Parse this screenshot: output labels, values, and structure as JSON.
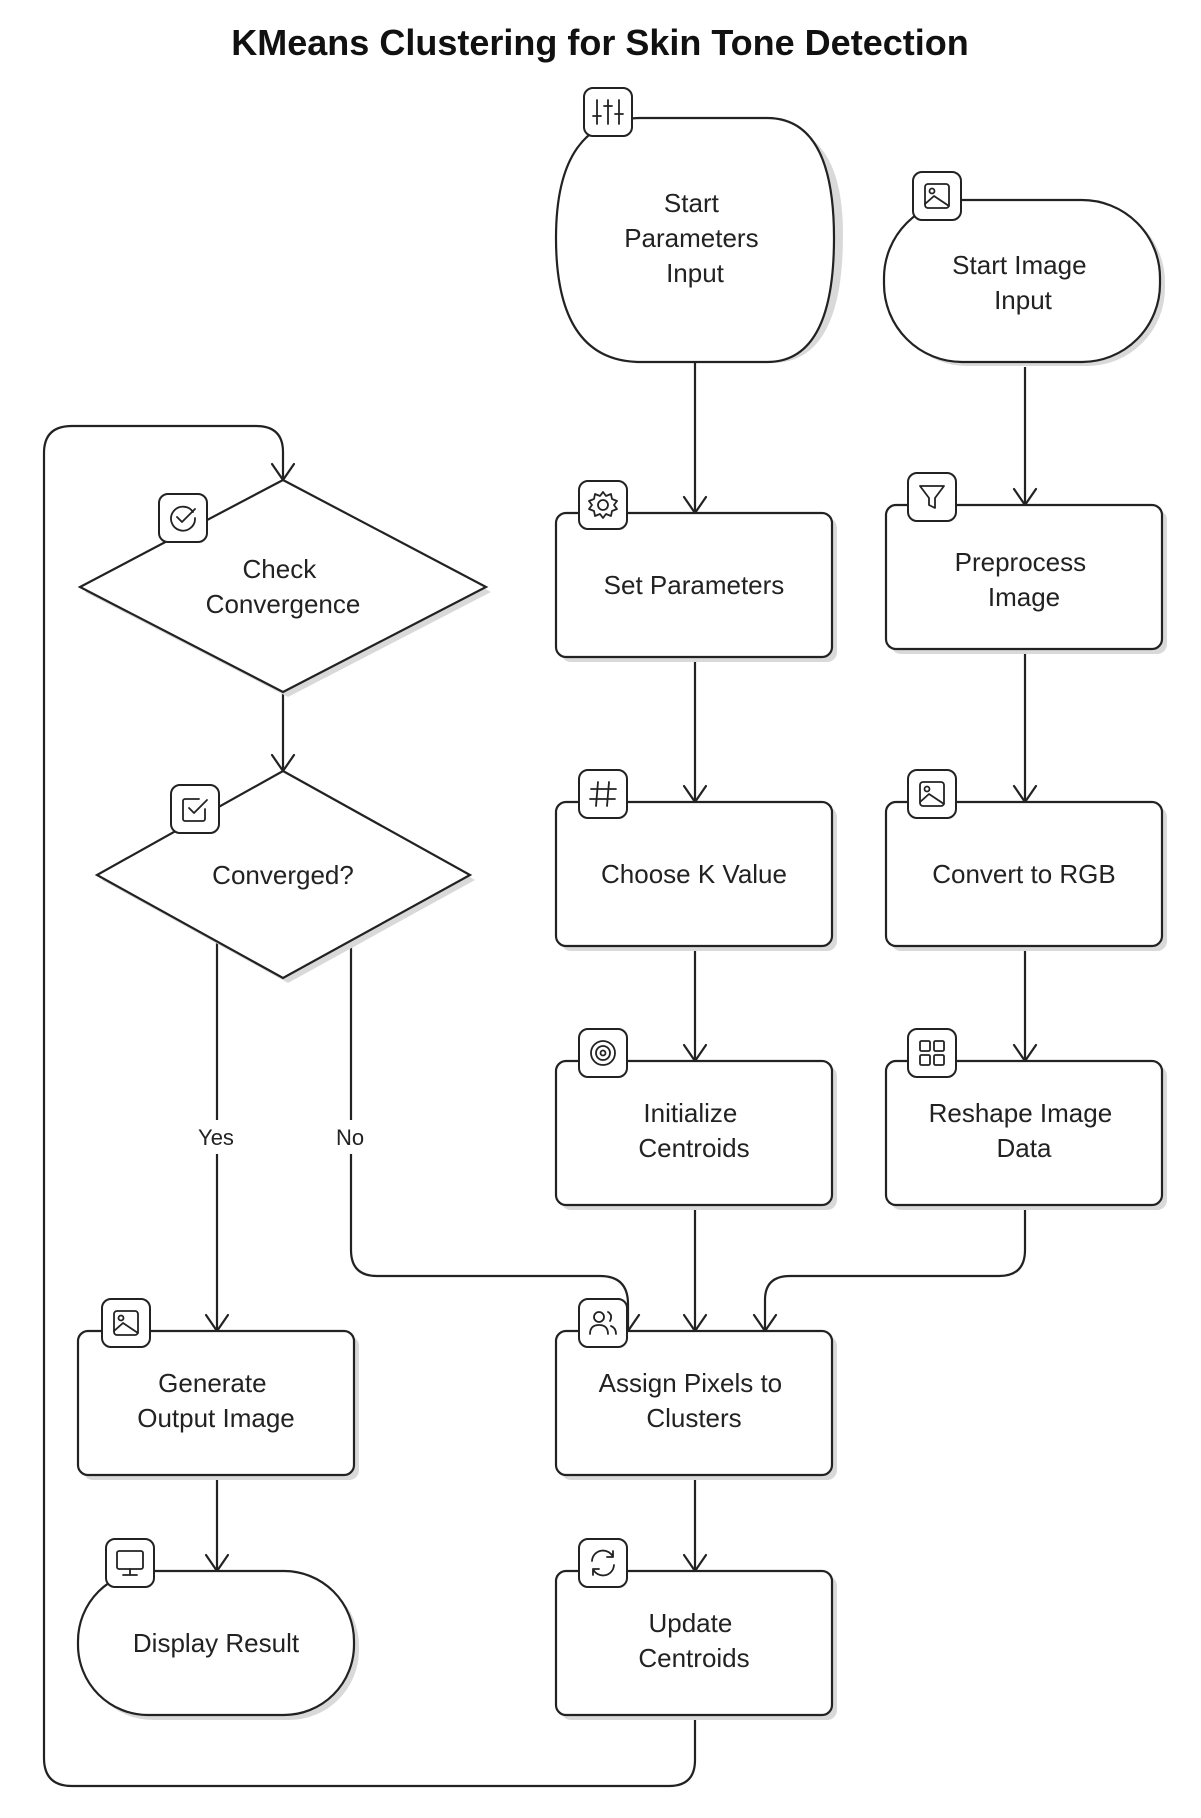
{
  "title": "KMeans Clustering for Skin Tone Detection",
  "nodes": {
    "start_params": {
      "lines": [
        "Start",
        "Parameters",
        "Input"
      ],
      "icon": "sliders-icon"
    },
    "start_image": {
      "lines": [
        "Start Image",
        "Input"
      ],
      "icon": "image-icon"
    },
    "set_params": {
      "lines": [
        "Set Parameters"
      ],
      "icon": "gear-icon"
    },
    "preprocess": {
      "lines": [
        "Preprocess",
        "Image"
      ],
      "icon": "filter-icon"
    },
    "choose_k": {
      "lines": [
        "Choose K Value"
      ],
      "icon": "hash-icon"
    },
    "convert_rgb": {
      "lines": [
        "Convert to RGB"
      ],
      "icon": "image-icon"
    },
    "init_centroids": {
      "lines": [
        "Initialize",
        "Centroids"
      ],
      "icon": "target-icon"
    },
    "reshape": {
      "lines": [
        "Reshape Image",
        "Data"
      ],
      "icon": "grid-icon"
    },
    "check_conv": {
      "lines": [
        "Check",
        "Convergence"
      ],
      "icon": "check-circle-icon"
    },
    "converged": {
      "lines": [
        "Converged?"
      ],
      "icon": "check-square-icon"
    },
    "assign": {
      "lines": [
        "Assign Pixels to",
        "Clusters"
      ],
      "icon": "users-icon"
    },
    "generate": {
      "lines": [
        "Generate",
        "Output Image"
      ],
      "icon": "image-icon"
    },
    "update": {
      "lines": [
        "Update",
        "Centroids"
      ],
      "icon": "refresh-icon"
    },
    "display": {
      "lines": [
        "Display Result"
      ],
      "icon": "monitor-icon"
    }
  },
  "edge_labels": {
    "yes": "Yes",
    "no": "No"
  }
}
